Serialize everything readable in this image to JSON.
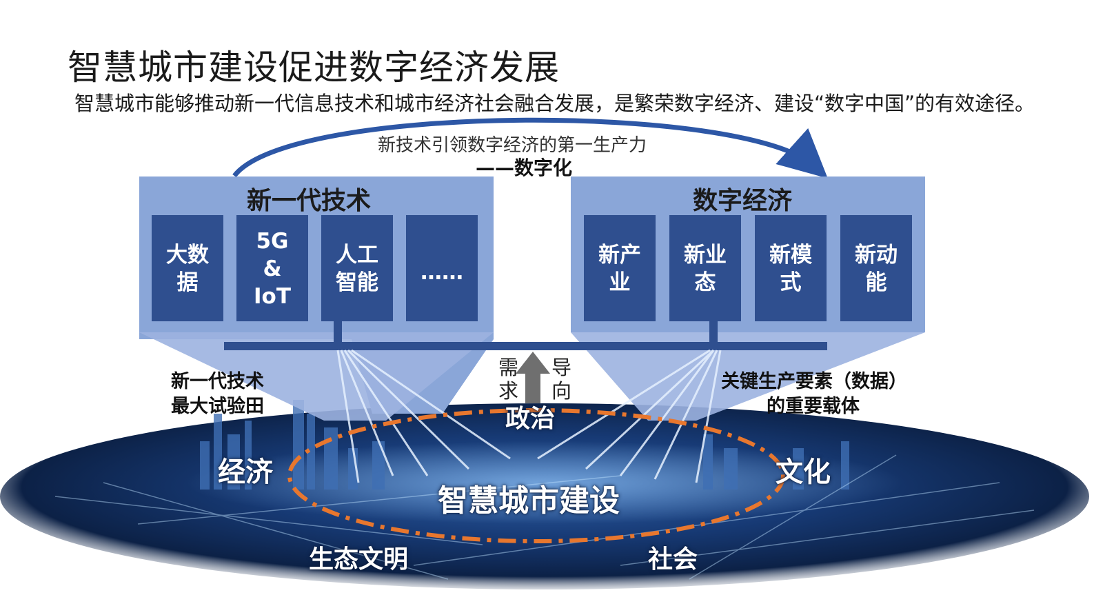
{
  "title": "智慧城市建设促进数字经济发展",
  "subtitle": "智慧城市能够推动新一代信息技术和城市经济社会融合发展，是繁荣数字经济、建设“数字中国”的有效途径。",
  "top_arrow": {
    "line1": "新技术引领数字经济的第一生产力",
    "line2": "——数字化"
  },
  "left_group": {
    "title": "新一代技术",
    "tiles": [
      "大数据",
      "5G & IoT",
      "人工智能",
      "……"
    ]
  },
  "right_group": {
    "title": "数字经济",
    "tiles": [
      "新产业",
      "新业态",
      "新模式",
      "新动能"
    ]
  },
  "left_caption": {
    "line1": "新一代技术",
    "line2": "最大试验田"
  },
  "right_caption": {
    "line1": "关键生产要素（数据）",
    "line2": "的重要载体"
  },
  "center_arrow": {
    "left1": "需",
    "left2": "求",
    "right1": "导",
    "right2": "向"
  },
  "city": {
    "center": "智慧城市建设",
    "politics": "政治",
    "economy": "经济",
    "culture": "文化",
    "ecology": "生态文明",
    "society": "社会"
  },
  "colors": {
    "panel": "#8aa6d8",
    "tile": "#2f4f8f",
    "connector": "#2f4f8f",
    "arrow": "#2d57a6",
    "dash": "#e8772e",
    "city_base": "#0c2146"
  }
}
